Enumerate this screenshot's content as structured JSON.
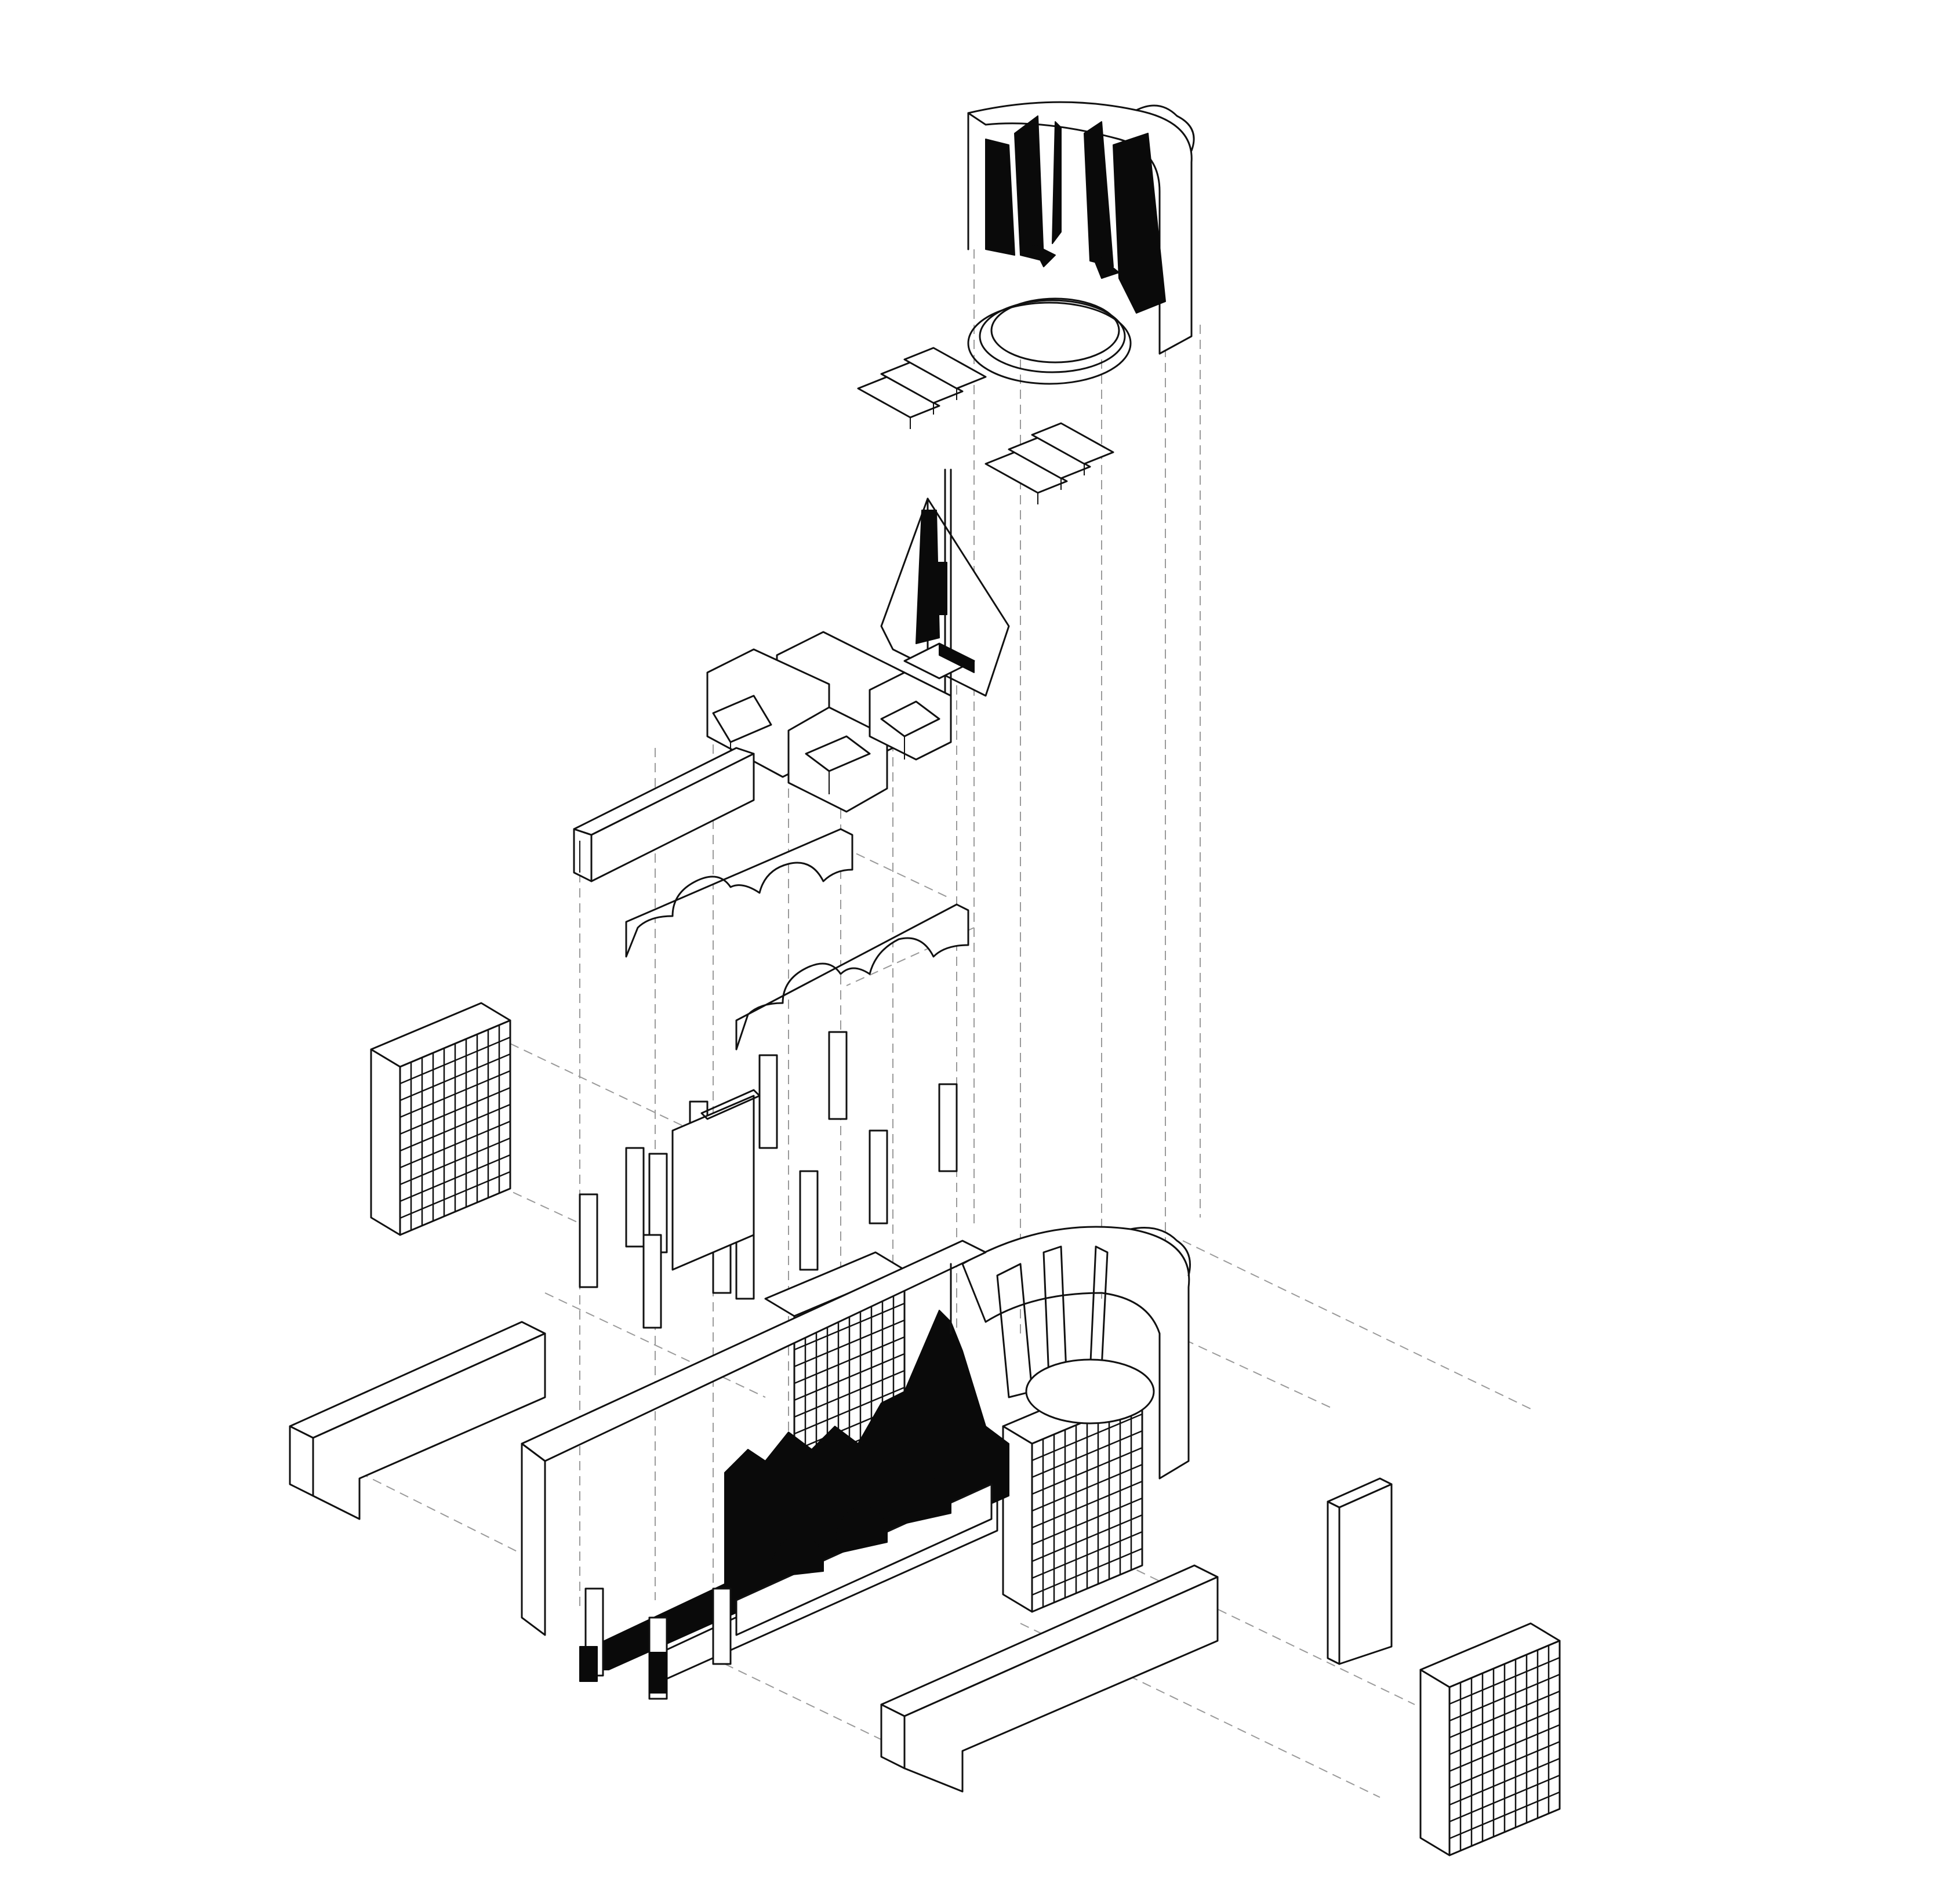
{
  "diagram": {
    "type": "exploded-axonometric-drawing",
    "colors": {
      "background": "#ffffff",
      "line": "#111111",
      "fill_dark": "#0a0a0a",
      "guide": "#9a9a9a"
    },
    "components": [
      "cylindrical-tower-top",
      "stepped-round-platform",
      "bench-group-left",
      "bench-group-right",
      "pyramid-stair-tower",
      "glass-box-cluster",
      "open-channel-beam",
      "arched-beam-back",
      "arched-beam-front",
      "column-field",
      "lattice-screen-upper-left",
      "lattice-screen-right",
      "lattice-screen-lower-right",
      "assembled-building",
      "wall-block-left",
      "wall-block-front",
      "wall-block-right"
    ]
  }
}
